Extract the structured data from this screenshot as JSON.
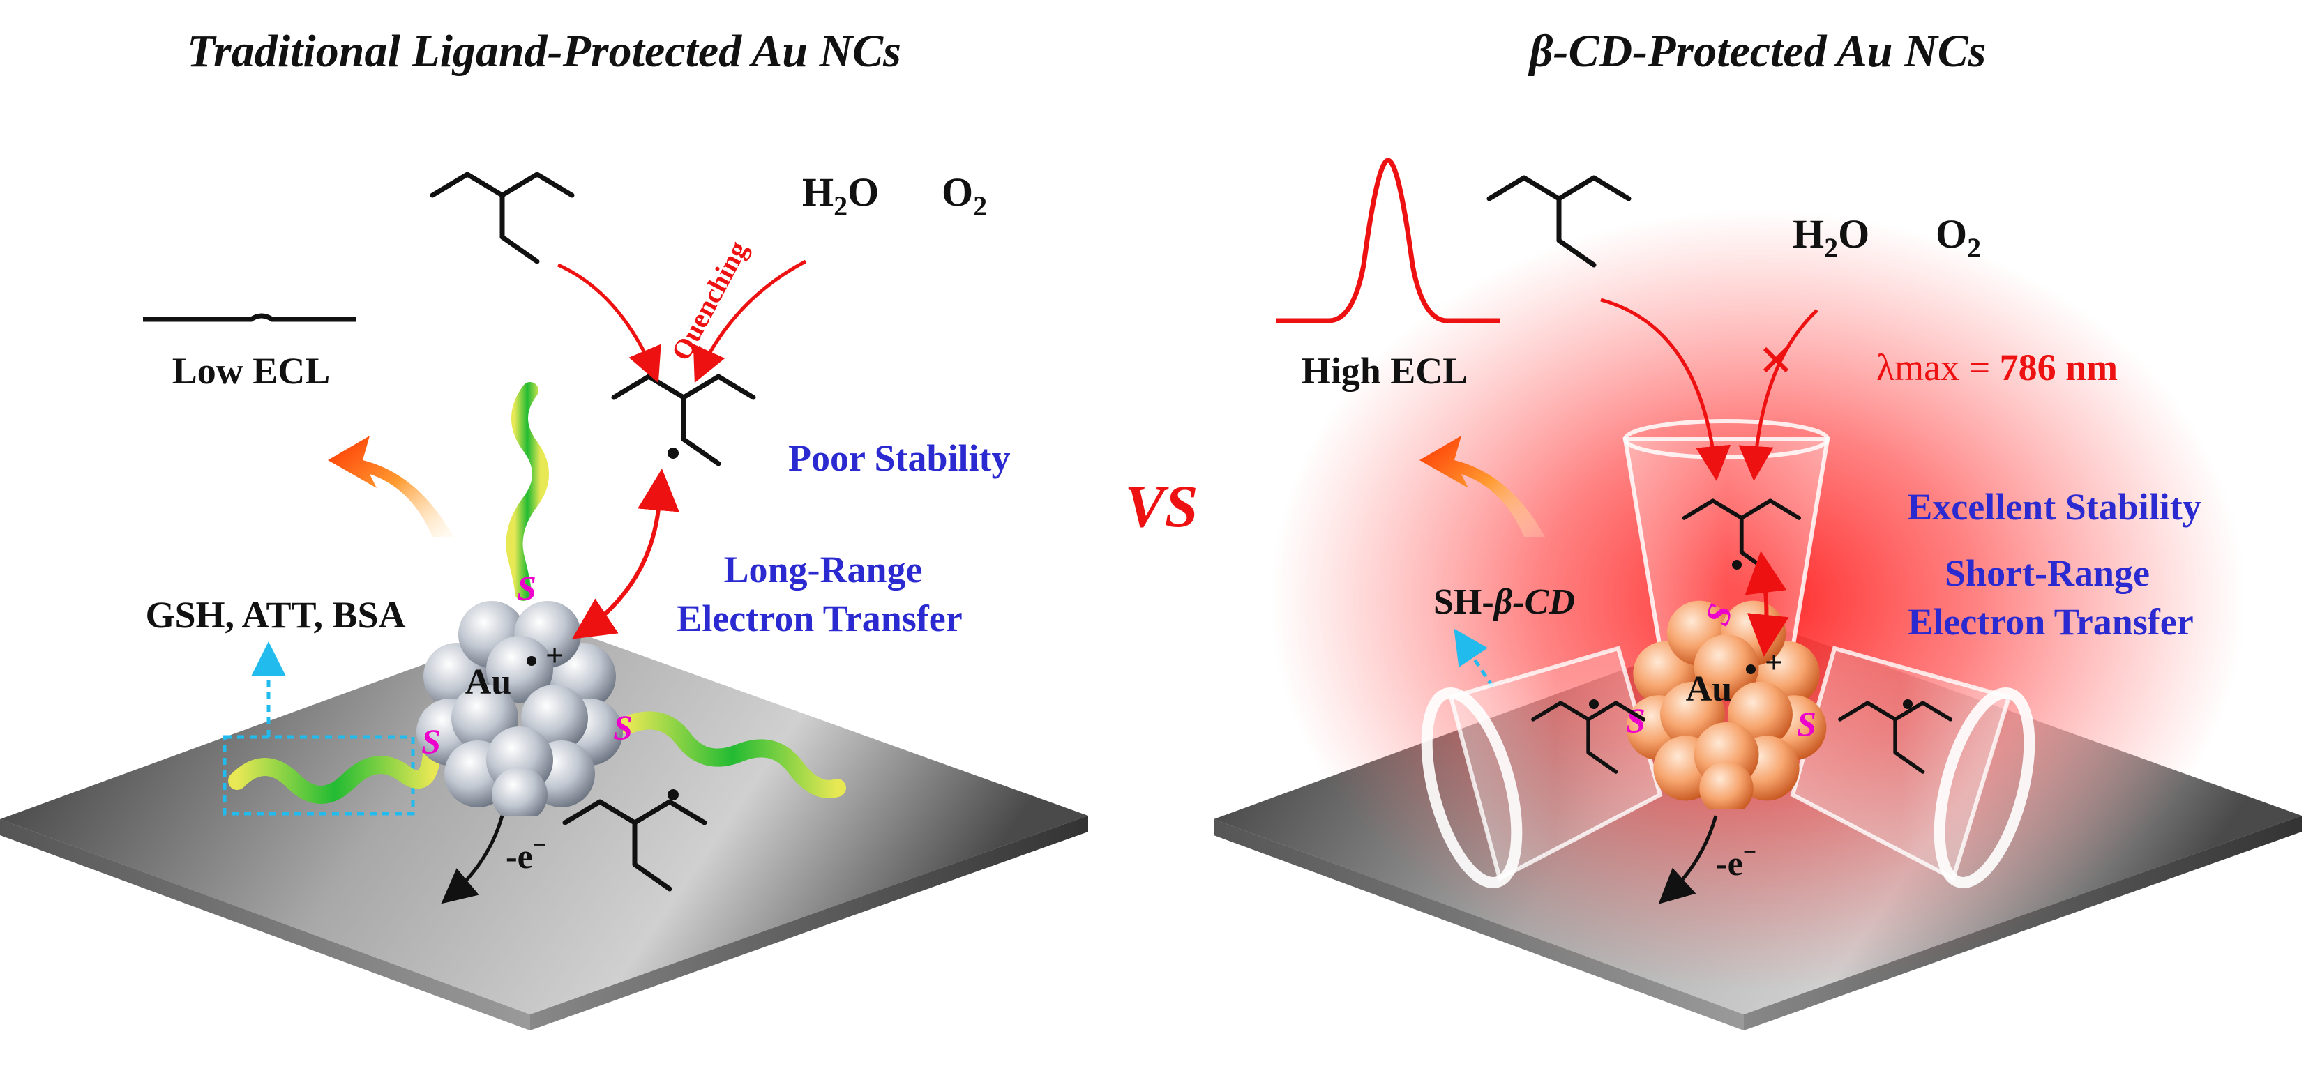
{
  "left_panel": {
    "title": "Traditional Ligand-Protected Au NCs",
    "ecl_label": "Low ECL",
    "ligands_label": "GSH, ATT, BSA",
    "stability_label": "Poor Stability",
    "transfer_line1": "Long-Range",
    "transfer_line2": "Electron Transfer",
    "quenching_label": "Quenching",
    "water": {
      "main": "H",
      "sub": "2",
      "tail": "O"
    },
    "oxygen": {
      "main": "O",
      "sub": "2"
    },
    "cluster_label": "Au",
    "cluster_charge": "+",
    "electron_label": "-e",
    "electron_sup": "−",
    "sulfur_label": "S"
  },
  "vs_label": "VS",
  "right_panel": {
    "title": "β-CD-Protected Au NCs",
    "ecl_label": "High ECL",
    "lambda_label": "λmax = ",
    "lambda_value": "786 nm",
    "stability_label": "Excellent Stability",
    "transfer_line1": "Short-Range",
    "transfer_line2": "Electron Transfer",
    "cd_prefix": "SH-",
    "cd_name": "β-CD",
    "water": {
      "main": "H",
      "sub": "2",
      "tail": "O"
    },
    "oxygen": {
      "main": "O",
      "sub": "2"
    },
    "cluster_label": "Au",
    "cluster_charge": "+",
    "electron_label": "-e",
    "electron_sup": "−",
    "sulfur_label": "S"
  },
  "colors": {
    "label_blue": "#2a2ad0",
    "accent_red": "#ee1111",
    "sulfur_magenta": "#ee00cc",
    "cyan_arrow": "#22bbee",
    "gold_cluster": "#f5a070",
    "grey_cluster": "#b8bec8"
  }
}
